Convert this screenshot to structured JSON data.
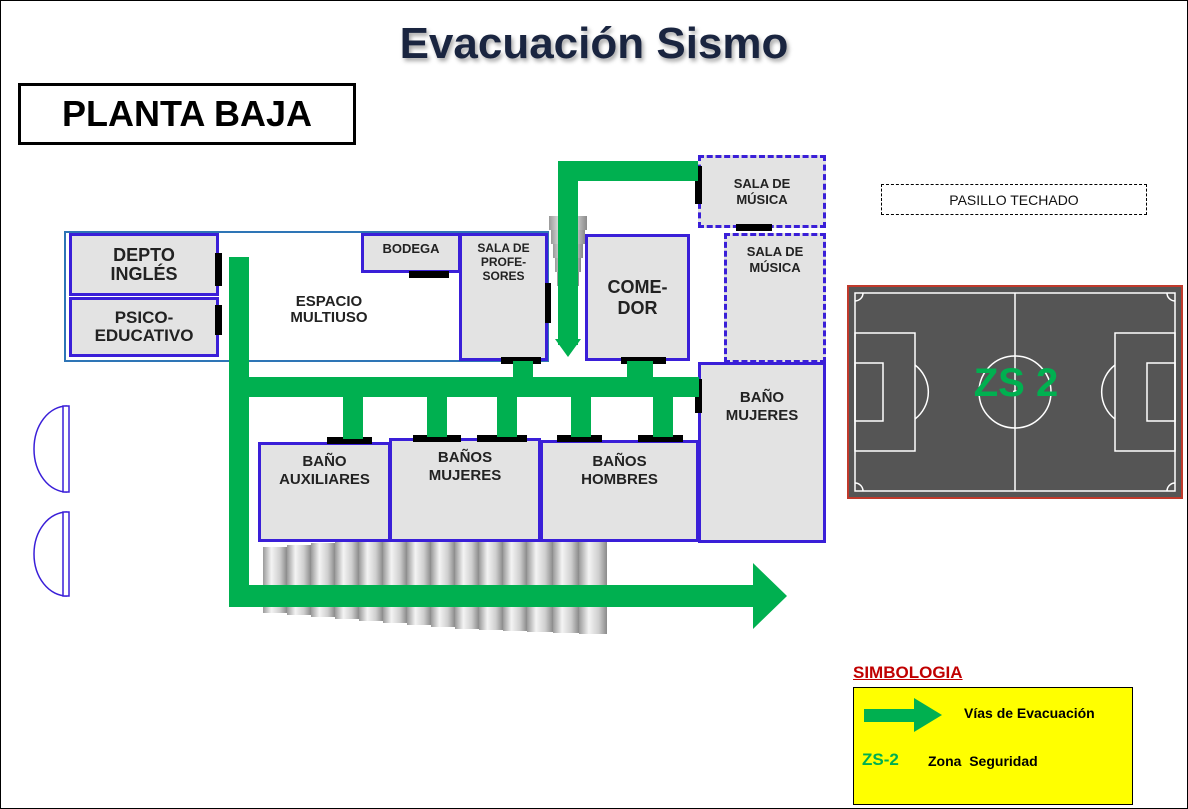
{
  "title": "Evacuación Sismo",
  "floor": "PLANTA BAJA",
  "colors": {
    "route": "#00b050",
    "room_border": "#3a1fd8",
    "room_fill": "#e3e3e3",
    "field": "#555555",
    "field_border": "#c0392b",
    "legend_bg": "#ffff00",
    "legend_title": "#c00000"
  },
  "rooms": {
    "depto_ingles": "DEPTO\nINGLÉS",
    "psico_educativo": "PSICO-\nEDUCATIVO",
    "espacio_multiuso": "ESPACIO\nMULTIUSO",
    "bodega": "BODEGA",
    "sala_profesores": "SALA DE\nPROFE-\nSORES",
    "comedor": "COME-\nDOR",
    "sala_musica_1": "SALA DE\nMÚSICA",
    "sala_musica_2": "SALA DE\nMÚSICA",
    "bano_mujeres_right": "BAÑO\nMUJERES",
    "bano_auxiliares": "BAÑO\nAUXILIARES",
    "banos_mujeres": "BAÑOS\nMUJERES",
    "banos_hombres": "BAÑOS\nHOMBRES"
  },
  "pasillo": "PASILLO TECHADO",
  "safe_zone": {
    "label": "ZS 2",
    "icon": "soccer-field"
  },
  "legend": {
    "title": "SIMBOLOGIA",
    "route_label": "Vías de Evacuación",
    "zone_code": "ZS-2",
    "zone_label": "Zona  Seguridad"
  }
}
